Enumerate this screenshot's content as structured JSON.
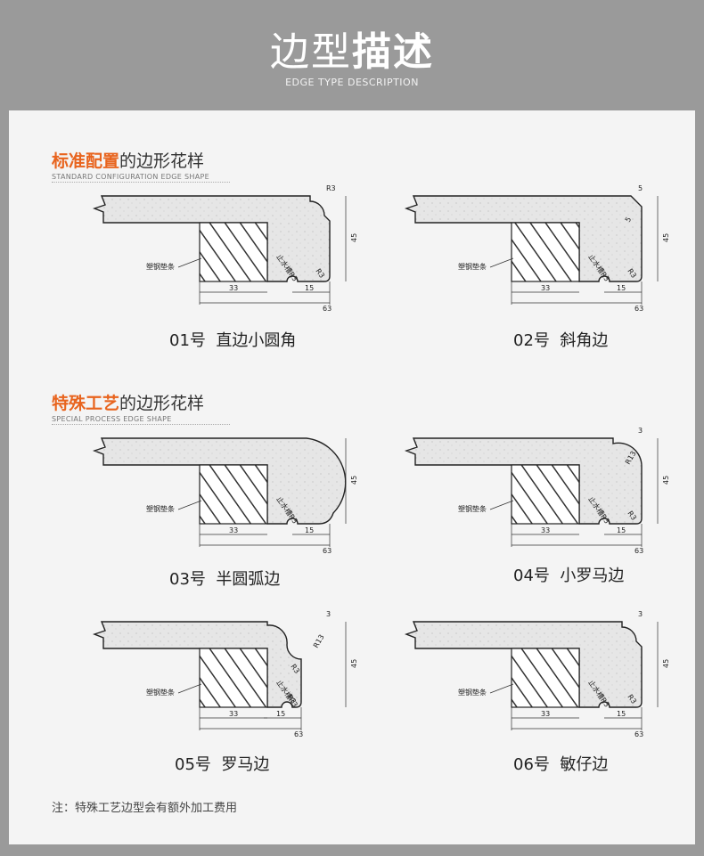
{
  "header": {
    "title_light": "边型",
    "title_bold": "描述",
    "subtitle": "EDGE TYPE DESCRIPTION"
  },
  "section1": {
    "highlight": "标准配置",
    "rest": "的边形花样",
    "en": "STANDARD CONFIGURATION EDGE SHAPE"
  },
  "section2": {
    "highlight": "特殊工艺",
    "rest": "的边形花样",
    "en": "SPECIAL PROCESS EDGE SHAPE"
  },
  "common": {
    "pad_label": "塑钢垫条",
    "groove_label": "止水槽R3",
    "dim_33": "33",
    "dim_63": "63",
    "dim_15": "15",
    "dim_45": "45"
  },
  "shapes": [
    {
      "label": "01号  直边小圆角",
      "r1": "R3",
      "r2": "R3"
    },
    {
      "label": "02号  斜角边",
      "r1": "5",
      "r1b": "5",
      "r2": "R3"
    },
    {
      "label": "03号  半圆弧边",
      "r2": ""
    },
    {
      "label": "04号  小罗马边",
      "r1": "3",
      "r1b": "R13",
      "r2": "R3"
    },
    {
      "label": "05号  罗马边",
      "r1": "3",
      "r1b": "R13",
      "r2": "R3",
      "r3": "R3"
    },
    {
      "label": "06号  敏仔边",
      "r1": "3",
      "r2": "R3"
    }
  ],
  "footer": {
    "note": "注：特殊工艺边型会有额外加工费用"
  }
}
